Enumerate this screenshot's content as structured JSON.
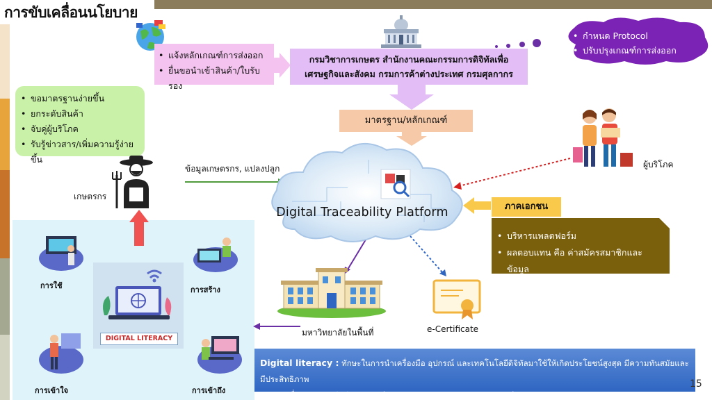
{
  "title": "การขับเคลื่อนนโยบาย",
  "farmer_needs": [
    "ขอมาตรฐานง่ายขึ้น",
    "ยกระดับสินค้า",
    "จับคู่ผู้บริโภค",
    "รับรู้ข่าวสาร/เพิ่มความรู้ง่ายขึ้น"
  ],
  "export_requests": [
    "แจ้งหลักเกณฑ์การส่งออก",
    "ยื่นขอนำเข้าสินค้า/ใบรับรอง"
  ],
  "agency": {
    "line1": "กรมวิชาการเกษตร  สำนักงานคณะกรรมการดิจิทัลเพื่อ",
    "line2": "เศรษฐกิจและสังคม กรมการค้าต่างประเทศ กรมศุลกากร"
  },
  "protocol_items": [
    "กำหนด Protocol",
    "ปรับปรุงเกณฑ์การส่งออก"
  ],
  "standard_label": "มาตรฐาน/หลักเกณฑ์",
  "consumer_label": "ผู้บริโภค",
  "farmer_label": "เกษตรกร",
  "farmer_data_label": "ข้อมูลเกษตรกร, แปลงปลูก",
  "platform_label": "Digital Traceability Platform",
  "private_sector": {
    "label": "ภาคเอกชน",
    "items": [
      "บริหารแพลตฟอร์ม",
      "ผลตอบแทน คือ ค่าสมัครสมาชิกและข้อมูล"
    ]
  },
  "university_label": "มหาวิทยาลัยในพื้นที่",
  "ecert_label": "e-Certificate",
  "literacy": {
    "badge": "DIGITAL LITERACY",
    "use": "การใช้",
    "create": "การสร้าง",
    "understand": "การเข้าใจ",
    "access": "การเข้าถึง"
  },
  "definition": {
    "term": "Digital literacy :",
    "line1": "ทักษะในการนำเครื่องมือ อุปกรณ์ และเทคโนโลยีดิจิทัลมาใช้ให้เกิดประโยชน์สูงสุด มีความทันสมัยและมีประสิทธิภาพ",
    "line2": "เช่น การสื่อสาร การปฏิบัติงาน การทำงานร่วมกัน การพัฒนากระบวนการทำงาน"
  },
  "page_number": "15",
  "colors": {
    "topbar": "#8b7d5b",
    "green": "#c9f2a8",
    "pink": "#f4c3ef",
    "lavender": "#e2bdf6",
    "peach": "#f6c9a8",
    "olive": "#7a5f0c",
    "gold": "#f8c94a",
    "purple": "#7b23b5",
    "blue": "#2f66c2"
  }
}
